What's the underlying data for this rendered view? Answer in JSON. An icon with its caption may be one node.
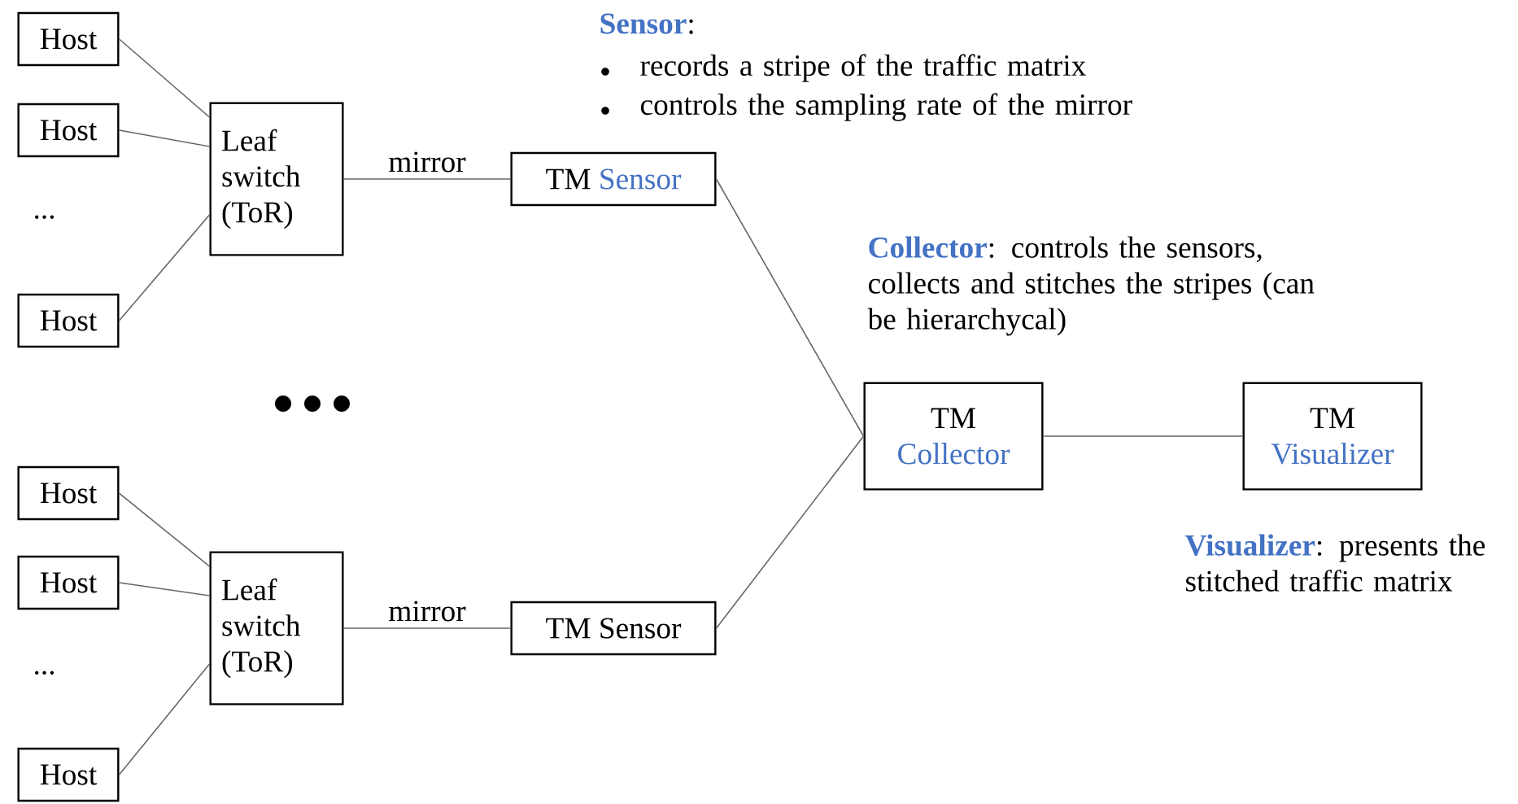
{
  "diagram": {
    "nodes": [
      {
        "text": [
          "Host"
        ]
      },
      {
        "text": [
          "Host"
        ]
      },
      {
        "text": [
          "Host"
        ]
      },
      {
        "text": [
          "Leaf switch (ToR)"
        ]
      },
      {
        "text": [
          "TM",
          "Sensor"
        ]
      },
      {
        "text": [
          "Host"
        ]
      },
      {
        "text": [
          "Host"
        ]
      },
      {
        "text": [
          "Host"
        ]
      },
      {
        "text": [
          "Leaf switch (ToR)"
        ]
      },
      {
        "text": [
          "TM Sensor"
        ]
      },
      {
        "text": [
          "TM",
          "Collector"
        ]
      },
      {
        "text": [
          "TM",
          "Visualizer"
        ]
      }
    ],
    "edges": [
      {
        "from": 0,
        "to": 3,
        "arrow": "none"
      },
      {
        "from": 1,
        "to": 3,
        "arrow": "none"
      },
      {
        "from": 2,
        "to": 3,
        "arrow": "none"
      },
      {
        "from": 3,
        "to": 4,
        "arrow": "none",
        "label": "mirror"
      },
      {
        "from": 5,
        "to": 8,
        "arrow": "none"
      },
      {
        "from": 6,
        "to": 8,
        "arrow": "none"
      },
      {
        "from": 7,
        "to": 8,
        "arrow": "none"
      },
      {
        "from": 8,
        "to": 9,
        "arrow": "none",
        "label": "mirror"
      },
      {
        "from": 4,
        "to": 10,
        "arrow": "none"
      },
      {
        "from": 9,
        "to": 10,
        "arrow": "none"
      },
      {
        "from": 10,
        "to": 11,
        "arrow": "none"
      }
    ],
    "labels": [
      "**Sensor**:",
      "records a stripe of the traffic matrix",
      "controls the sampling rate of the mirror",
      "...",
      "...",
      "**Collector**: controls the sensors, collects and stitches the stripes (can be hierarchycal)",
      "**Visualizer**: presents the stitched traffic matrix"
    ]
  }
}
